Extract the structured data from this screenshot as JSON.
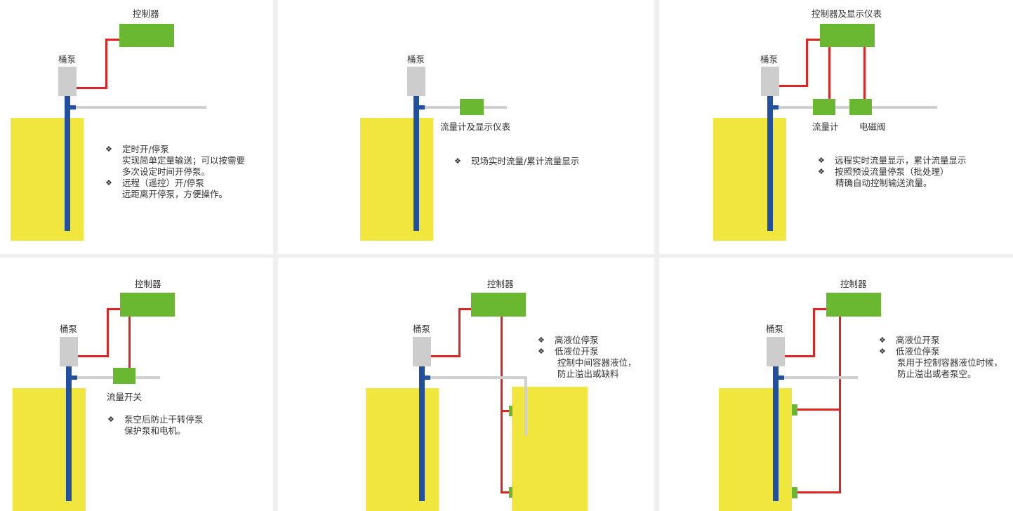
{
  "bullet_symbol": "❖",
  "colors": {
    "tank": "#f0e63d",
    "pipe": "#234f9f",
    "pump": "#cdcdcd",
    "device": "#6ab832",
    "wire": "#e02424",
    "line": "#cfcfcf"
  },
  "panels": [
    {
      "controller_label": "控制器",
      "pump_label": "桶泵",
      "bullets": [
        {
          "title": "定时开/停泵",
          "desc": [
            "实现简单定量输送；可以按需要",
            "多次设定时间开停泵。"
          ]
        },
        {
          "title": "远程（遥控）开/停泵",
          "desc": [
            "远距离开停泵，方便操作。"
          ]
        }
      ]
    },
    {
      "pump_label": "桶泵",
      "meter_label": "流量计及显示仪表",
      "bullets": [
        {
          "title": "现场实时流量/累计流量显示",
          "desc": []
        }
      ]
    },
    {
      "controller_label": "控制器及显示仪表",
      "pump_label": "桶泵",
      "meter_label": "流量计",
      "valve_label": "电磁阀",
      "bullets": [
        {
          "title": "远程实时流量显示，累计流量显示",
          "desc": []
        },
        {
          "title": "按照预设流量停泵（批处理）",
          "desc": [
            "精确自动控制输送流量。"
          ]
        }
      ]
    },
    {
      "controller_label": "控制器",
      "pump_label": "桶泵",
      "switch_label": "流量开关",
      "bullets": [
        {
          "title": "泵空后防止干转停泵",
          "desc": [
            "保护泵和电机。"
          ]
        }
      ]
    },
    {
      "controller_label": "控制器",
      "pump_label": "桶泵",
      "bullets": [
        {
          "title": "高液位停泵",
          "desc": []
        },
        {
          "title": "低液位开泵",
          "desc": [
            "控制中间容器液位，",
            "防止溢出或缺料"
          ]
        }
      ]
    },
    {
      "controller_label": "控制器",
      "pump_label": "桶泵",
      "bullets": [
        {
          "title": "高液位开泵",
          "desc": []
        },
        {
          "title": "低液位停泵",
          "desc": [
            "泵用于控制容器液位时候，",
            "防止溢出或者泵空。"
          ]
        }
      ]
    }
  ]
}
